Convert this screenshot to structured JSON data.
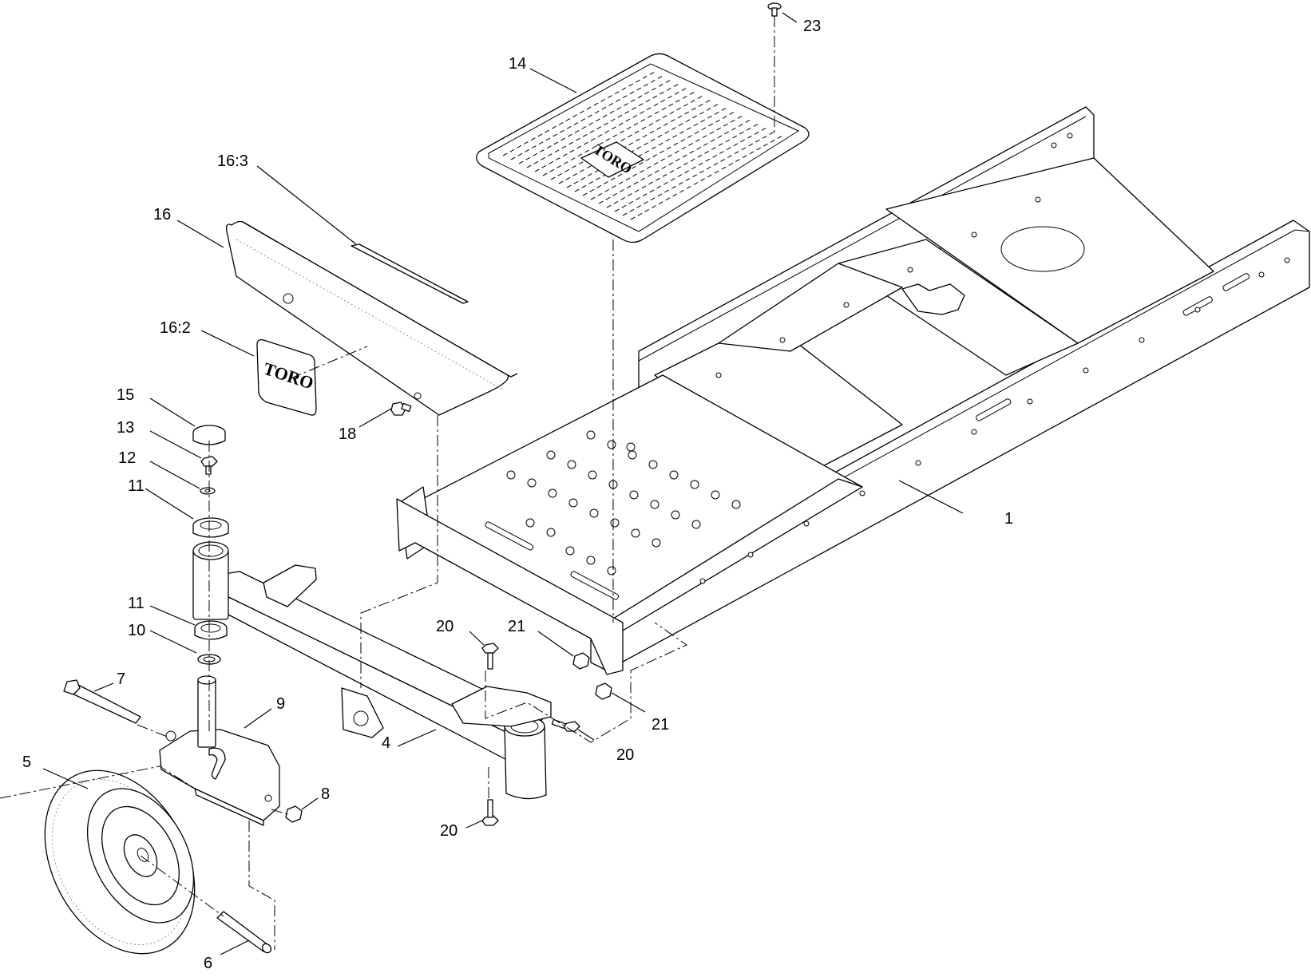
{
  "diagram": {
    "callouts": [
      {
        "label": "1"
      },
      {
        "label": "4"
      },
      {
        "label": "5"
      },
      {
        "label": "6"
      },
      {
        "label": "7"
      },
      {
        "label": "8"
      },
      {
        "label": "9"
      },
      {
        "label": "10"
      },
      {
        "label": "11"
      },
      {
        "label": "11"
      },
      {
        "label": "12"
      },
      {
        "label": "13"
      },
      {
        "label": "14"
      },
      {
        "label": "15"
      },
      {
        "label": "16"
      },
      {
        "label": "16:2"
      },
      {
        "label": "16:3"
      },
      {
        "label": "18"
      },
      {
        "label": "20"
      },
      {
        "label": "20"
      },
      {
        "label": "20"
      },
      {
        "label": "21"
      },
      {
        "label": "21"
      },
      {
        "label": "23"
      }
    ],
    "logos": {
      "mat_logo": "TORO",
      "plate_logo": "TORO"
    }
  }
}
